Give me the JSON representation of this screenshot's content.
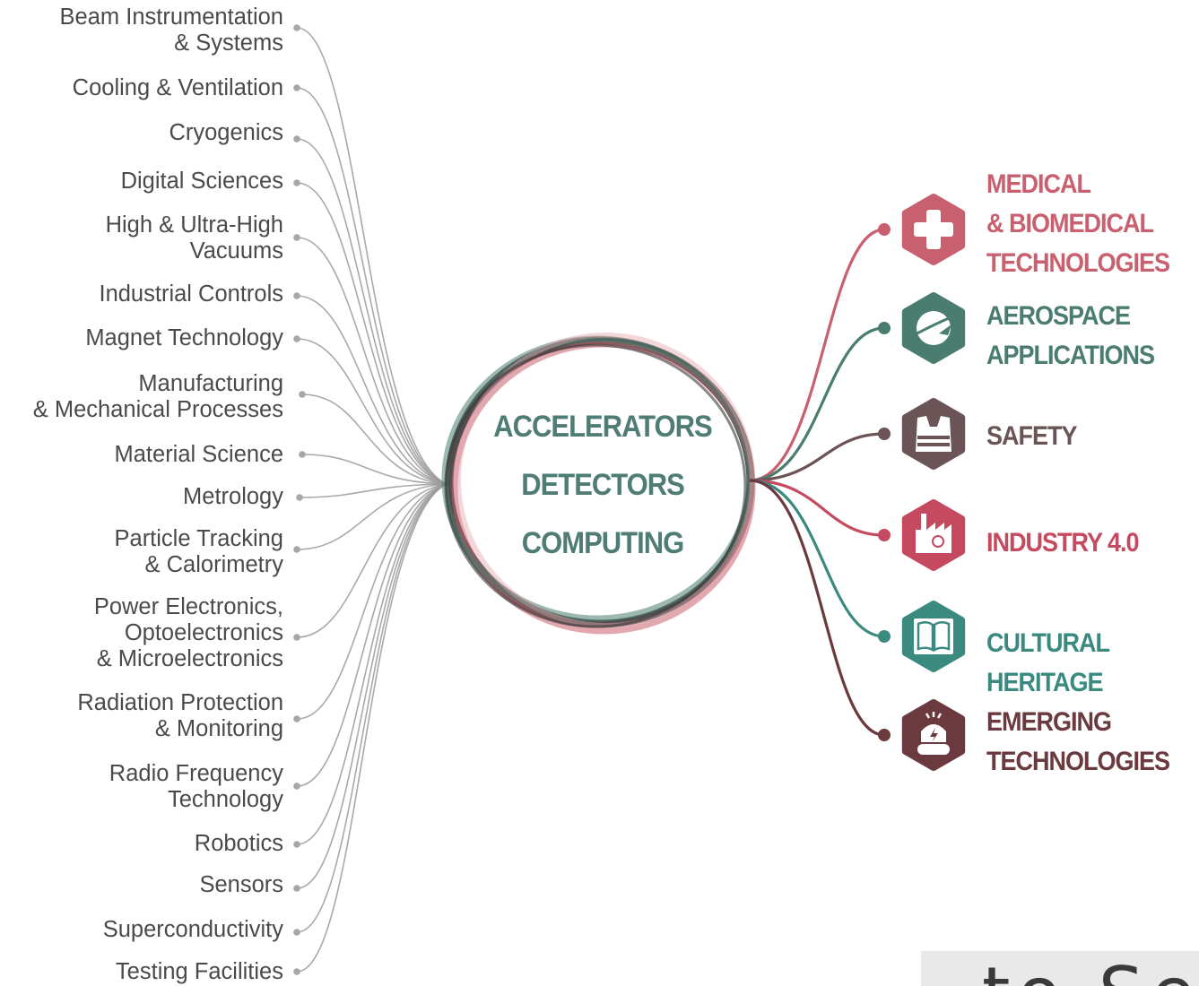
{
  "technologies": [
    "Beam Instrumentation\n& Systems",
    "Cooling & Ventilation",
    "Cryogenics",
    "Digital Sciences",
    "High & Ultra-High\nVacuums",
    "Industrial Controls",
    "Magnet Technology",
    "Manufacturing\n& Mechanical Processes",
    "Material Science",
    "Metrology",
    "Particle Tracking\n& Calorimetry",
    "Power Electronics,\nOptoelectronics\n& Microelectronics",
    "Radiation Protection\n& Monitoring",
    "Radio Frequency\nTechnology",
    "Robotics",
    "Sensors",
    "Superconductivity",
    "Testing Facilities"
  ],
  "hub": {
    "lines": [
      "ACCELERATORS",
      "DETECTORS",
      "COMPUTING"
    ],
    "text_color": "#4f7c74"
  },
  "sectors": [
    {
      "label": "MEDICAL\n& BIOMEDICAL\nTECHNOLOGIES",
      "color": "#c9606f",
      "icon": "medical-cross-icon"
    },
    {
      "label": "AEROSPACE\nAPPLICATIONS",
      "color": "#4a7d70",
      "icon": "satellite-icon"
    },
    {
      "label": "SAFETY",
      "color": "#6b5455",
      "icon": "safety-vest-icon"
    },
    {
      "label": "INDUSTRY 4.0",
      "color": "#c54a60",
      "icon": "factory-icon"
    },
    {
      "label": "CULTURAL HERITAGE",
      "color": "#3b8a80",
      "icon": "book-icon"
    },
    {
      "label": "EMERGING\nTECHNOLOGIES",
      "color": "#6a3a3e",
      "icon": "robot-icon"
    }
  ],
  "footer": {
    "text": "to See"
  }
}
